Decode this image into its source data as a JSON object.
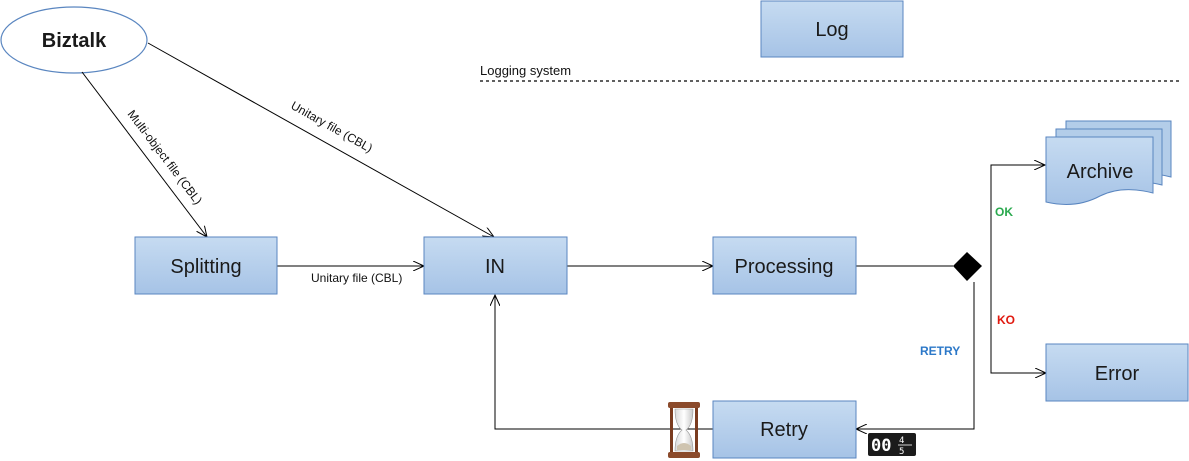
{
  "nodes": {
    "biztalk": "Biztalk",
    "log": "Log",
    "splitting": "Splitting",
    "in": "IN",
    "processing": "Processing",
    "archive": "Archive",
    "error": "Error",
    "retry": "Retry"
  },
  "logging_label": "Logging system",
  "edges": {
    "multi_object": "Multi-object file (CBL)",
    "unitary_biztalk": "Unitary file (CBL)",
    "unitary_split": "Unitary file (CBL)"
  },
  "decision": {
    "ok": "OK",
    "ko": "KO",
    "retry": "RETRY"
  },
  "counter_display": "00",
  "colors": {
    "box_fill": "#b3cde9",
    "box_stroke": "#5a86c0",
    "ok": "#2aa94e",
    "ko": "#e0190f",
    "retry": "#2c78c8"
  }
}
